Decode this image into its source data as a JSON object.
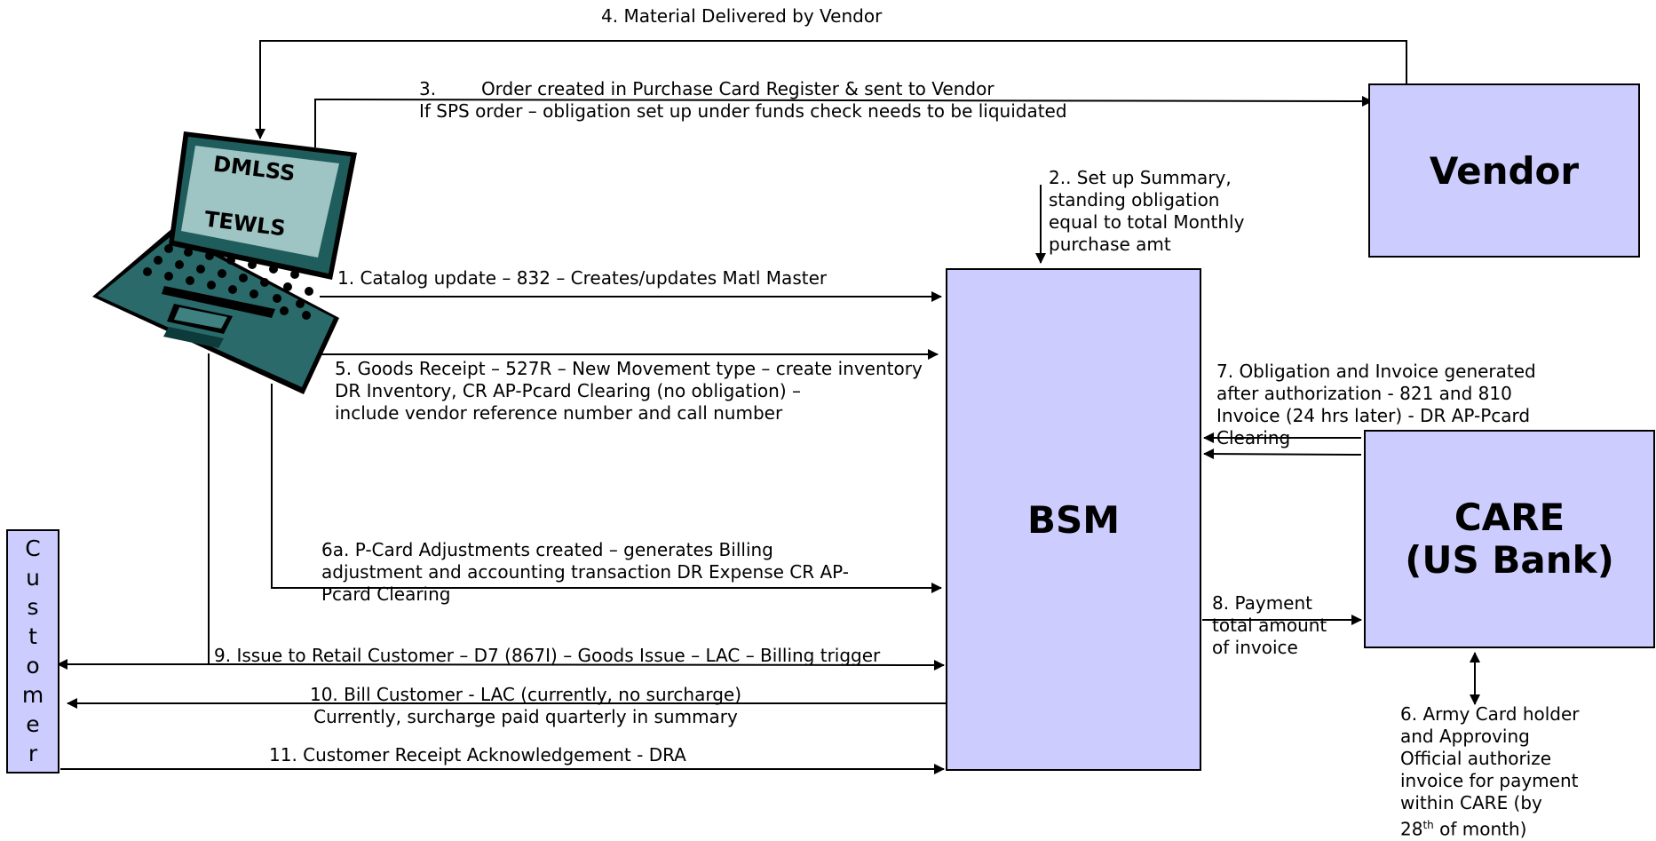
{
  "nodes": {
    "vendor": "Vendor",
    "bsm": "BSM",
    "care_line1": "CARE",
    "care_line2": "(US Bank)",
    "customer_letters": [
      "C",
      "u",
      "s",
      "t",
      "o",
      "m",
      "e",
      "r"
    ],
    "laptop_line1": "DMLSS",
    "laptop_line2": "TEWLS"
  },
  "labels": {
    "step4": "4. Material Delivered by Vendor",
    "step3_line1": "3.        Order created in Purchase Card Register & sent to Vendor",
    "step3_line2": "If SPS order – obligation set up under funds check needs to be liquidated",
    "step2_line1": "2.. Set up Summary,",
    "step2_line2": "standing obligation",
    "step2_line3": "equal to total Monthly",
    "step2_line4": "purchase amt",
    "step1": "1. Catalog update – 832 – Creates/updates Matl Master",
    "step5_line1": "5. Goods Receipt – 527R – New Movement type – create inventory",
    "step5_line2": "DR Inventory, CR AP-Pcard Clearing (no obligation) –",
    "step5_line3": "include vendor reference number and call number",
    "step7_line1": "7. Obligation and Invoice generated",
    "step7_line2": "after authorization - 821 and 810",
    "step7_line3": "Invoice (24 hrs later) - DR AP-Pcard",
    "step7_line4": "Clearing",
    "step6a_line1": "6a. P-Card Adjustments created – generates Billing",
    "step6a_line2": "adjustment and accounting transaction DR Expense CR AP-",
    "step6a_line3": "Pcard Clearing",
    "step8_line1": "8. Payment",
    "step8_line2": "total amount",
    "step8_line3": "of invoice",
    "step9": "9. Issue to Retail Customer – D7 (867I) – Goods Issue – LAC  – Billing trigger",
    "step10_line1": "10. Bill Customer  - LAC (currently, no surcharge)",
    "step10_line2": "Currently, surcharge paid quarterly in summary",
    "step11": "11. Customer Receipt Acknowledgement - DRA",
    "step6_line1": "6. Army Card holder",
    "step6_line2": "and Approving",
    "step6_line3": "Official authorize",
    "step6_line4": "invoice for payment",
    "step6_line5": "within CARE (by",
    "step6_line6_pre": "28",
    "step6_line6_sup": "th",
    "step6_line6_post": " of month)"
  },
  "colors": {
    "box_fill": "#ccccff",
    "laptop_dark": "#1e5a5a",
    "laptop_screen": "#9ec4c4"
  }
}
